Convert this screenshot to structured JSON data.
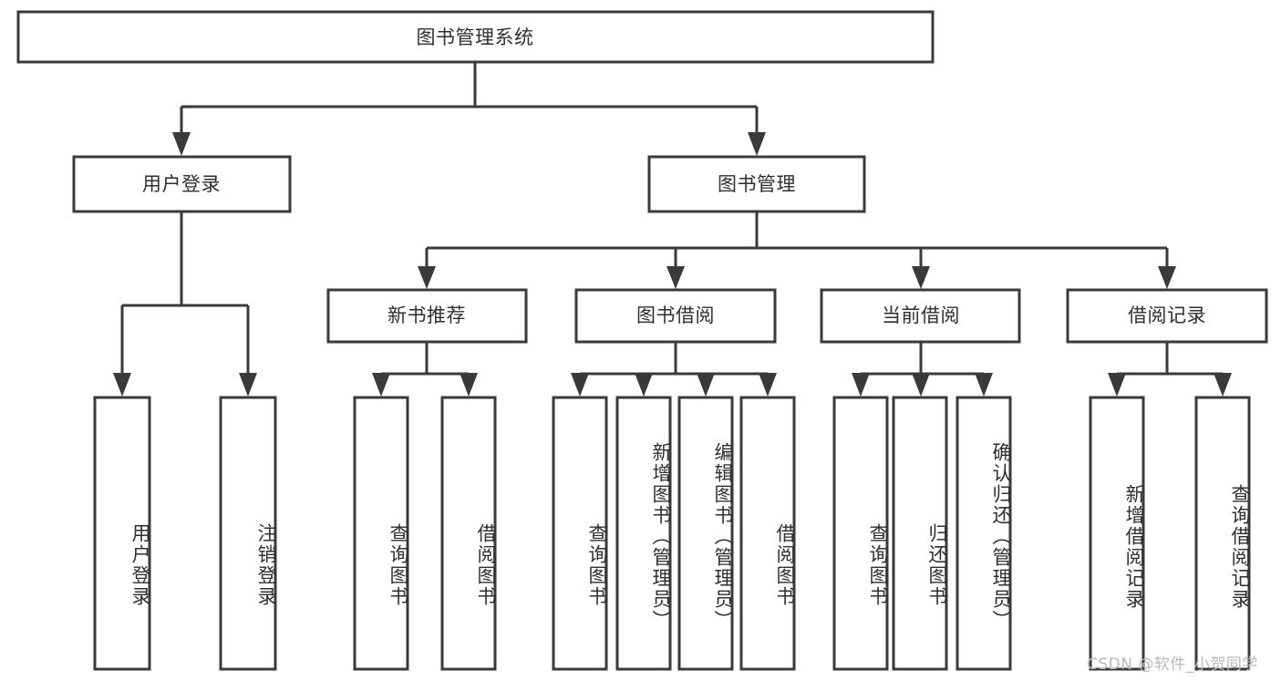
{
  "diagram": {
    "type": "tree",
    "title_node": {
      "label": "图书管理系统"
    },
    "level1": [
      {
        "label": "用户登录"
      },
      {
        "label": "图书管理"
      }
    ],
    "level2": [
      {
        "label": "新书推荐"
      },
      {
        "label": "图书借阅"
      },
      {
        "label": "当前借阅"
      },
      {
        "label": "借阅记录"
      }
    ],
    "leaves": {
      "user_login": [
        {
          "label": "用户登录"
        },
        {
          "label": "注销登录"
        }
      ],
      "new_book_recommend": [
        {
          "label": "查询图书"
        },
        {
          "label": "借阅图书"
        }
      ],
      "book_borrow": [
        {
          "label": "查询图书"
        },
        {
          "label": "新增图书（管理员）"
        },
        {
          "label": "编辑图书（管理员）"
        },
        {
          "label": "借阅图书"
        }
      ],
      "current_borrow": [
        {
          "label": "查询图书"
        },
        {
          "label": "归还图书"
        },
        {
          "label": "确认归还（管理员）"
        }
      ],
      "borrow_record": [
        {
          "label": "新增借阅记录"
        },
        {
          "label": "查询借阅记录"
        }
      ]
    }
  },
  "watermark": {
    "text": "CSDN @软件_小贺同学"
  },
  "colors": {
    "stroke": "#3a3a3a",
    "text": "#2f2f2f",
    "background": "#ffffff",
    "watermark": "#b9b9b9"
  }
}
